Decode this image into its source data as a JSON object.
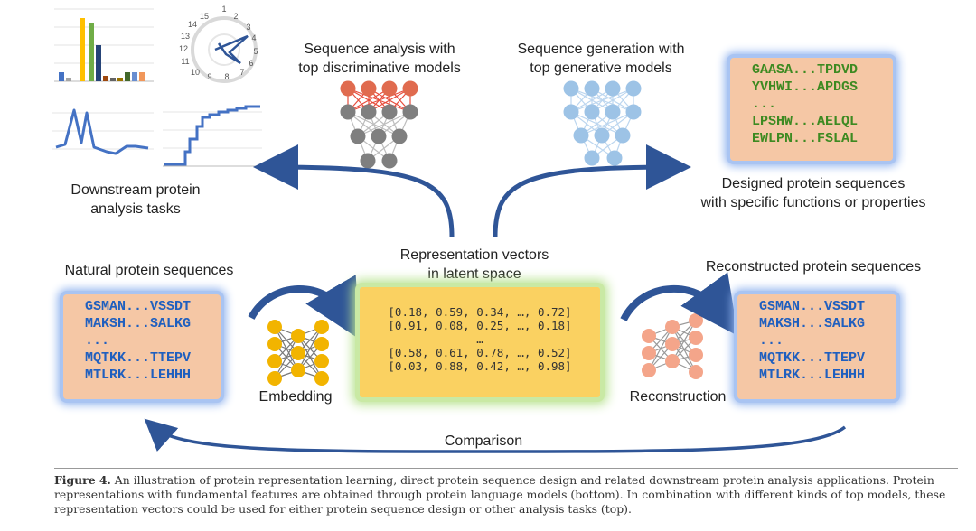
{
  "labels": {
    "seq_analysis": [
      "Sequence analysis with",
      "top discriminative models"
    ],
    "seq_generation": [
      "Sequence generation with",
      "top generative models"
    ],
    "downstream": [
      "Downstream protein",
      "analysis tasks"
    ],
    "designed": [
      "Designed protein sequences",
      "with specific functions or properties"
    ],
    "representation": [
      "Representation vectors",
      "in latent space"
    ],
    "natural": "Natural protein sequences",
    "reconstructed": "Reconstructed protein sequences",
    "embedding": "Embedding",
    "reconstruction": "Reconstruction",
    "comparison": "Comparison"
  },
  "natural_sequences": [
    "GSMAN...VSSDT",
    "MAKSH...SALKG",
    "...",
    "MQTKK...TTEPV",
    "MTLRK...LEHHH"
  ],
  "reconstructed_sequences": [
    "GSMAN...VSSDT",
    "MAKSH...SALKG",
    "...",
    "MQTKK...TTEPV",
    "MTLRK...LEHHH"
  ],
  "designed_sequences": [
    "GAASA...TPDVD",
    "YVHWI...APDGS",
    "...",
    "LPSHW...AELQL",
    "EWLPN...FSLAL"
  ],
  "vectors": [
    "[0.18, 0.59, 0.34, …, 0.72]",
    "[0.91, 0.08, 0.25, …, 0.18]",
    "…",
    "[0.58, 0.61, 0.78, …, 0.52]",
    "[0.03, 0.88, 0.42, …, 0.98]"
  ],
  "clock_numbers": [
    "15",
    "1",
    "2",
    "14",
    "3",
    "13",
    "4",
    "12",
    "5",
    "11",
    "6",
    "10",
    "9",
    "8",
    "7"
  ],
  "caption": {
    "label": "Figure 4.",
    "text": " An illustration of protein representation learning, direct protein sequence design and related downstream protein analysis applications. Protein representations with fundamental features are obtained through protein language models (bottom). In combination with different kinds of top models, these representation vectors could be used for either protein sequence design or other analysis tasks (top)."
  },
  "colors": {
    "arrow": "#2f5597",
    "red_node": "#e06b4f",
    "gray_node": "#7f7f7f",
    "blue_node": "#9dc3e6",
    "yellow_node": "#f2b400",
    "salmon_node": "#f4a58a",
    "seq_box": "#f5c7a5",
    "vec_box": "#fad161"
  }
}
